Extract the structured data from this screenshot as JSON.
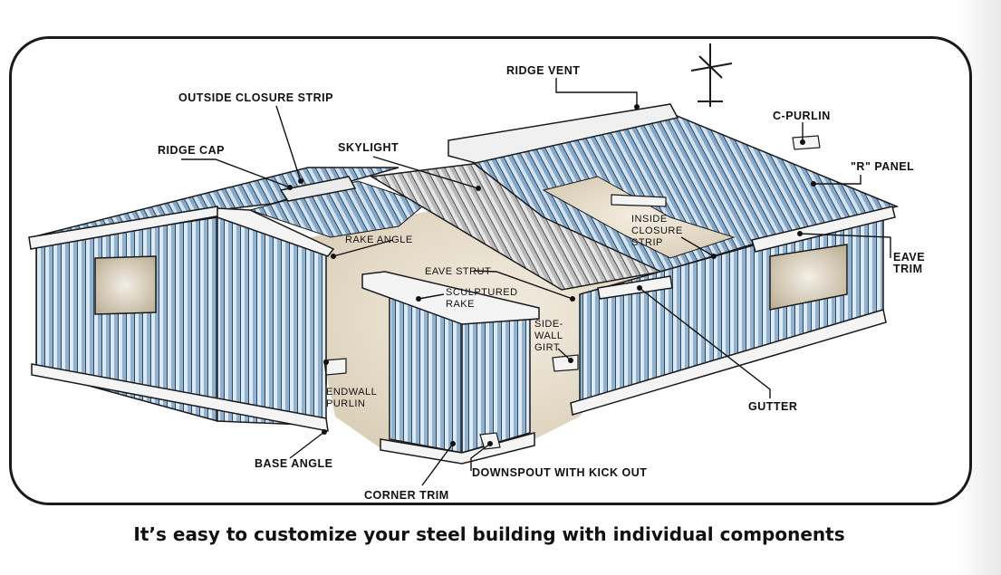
{
  "labels": {
    "ridge_vent": "RIDGE VENT",
    "outside_closure_strip": "OUTSIDE CLOSURE STRIP",
    "c_purlin": "C-PURLIN",
    "ridge_cap": "RIDGE CAP",
    "skylight": "SKYLIGHT",
    "r_panel": "\"R\" PANEL",
    "inside_closure_strip": [
      "INSIDE",
      "CLOSURE",
      "STRIP"
    ],
    "rake_angle": "RAKE ANGLE",
    "eave_trim": [
      "EAVE",
      "TRIM"
    ],
    "eave_strut": "EAVE STRUT",
    "sculptured_rake": [
      "SCULPTURED",
      "RAKE"
    ],
    "sidewall_girt": [
      "SIDE-",
      "WALL",
      "GIRT"
    ],
    "endwall_purlin": [
      "ENDWALL",
      "PURLIN"
    ],
    "gutter": "GUTTER",
    "base_angle": "BASE ANGLE",
    "downspout": "DOWNSPOUT WITH KICK OUT",
    "corner_trim": "CORNER TRIM"
  },
  "caption": "It’s easy to customize your steel building with individual components",
  "colors": {
    "steel_blue": "#8fb2d0",
    "steel_light": "#d9e6f0",
    "interior": "#e6dcc8",
    "frame": "#1a1a1a"
  }
}
